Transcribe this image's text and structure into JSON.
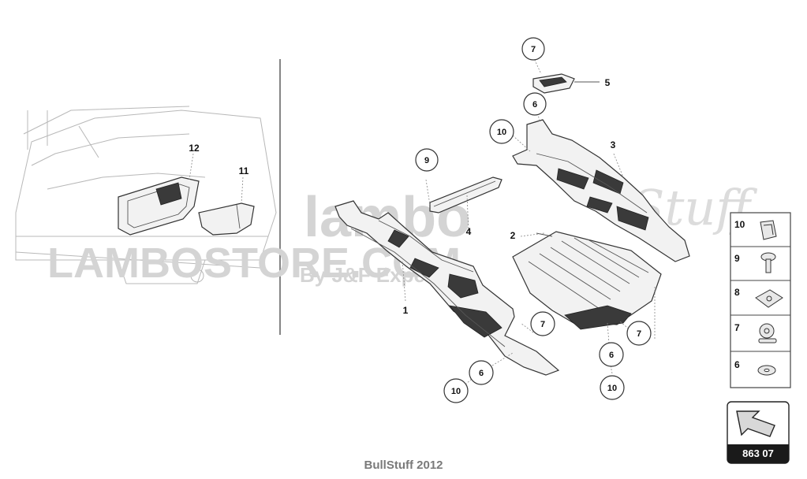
{
  "watermark": {
    "main": "lambo",
    "sub": "LAMBOSTORE.COM",
    "byline": "By J&F Expe",
    "script": "Stuff"
  },
  "callouts": {
    "c7_top": "7",
    "c6_top": "6",
    "c10_top": "10",
    "c9": "9",
    "c7_bl": "7",
    "c6_bl": "6",
    "c10_bl": "10",
    "c6_br": "6",
    "c10_br": "10",
    "c7_br": "7"
  },
  "labels": {
    "l1": "1",
    "l2": "2",
    "l3": "3",
    "l4": "4",
    "l5": "5",
    "l11": "11",
    "l12": "12"
  },
  "legend": {
    "items": [
      {
        "number": "10",
        "icon": "clip-icon"
      },
      {
        "number": "9",
        "icon": "screw-icon"
      },
      {
        "number": "8",
        "icon": "nut-icon"
      },
      {
        "number": "7",
        "icon": "clamp-screw-icon"
      },
      {
        "number": "6",
        "icon": "washer-icon"
      }
    ]
  },
  "page_ref": {
    "code": "863 07",
    "icon": "arrow-icon"
  },
  "footer": {
    "text": "BullStuff 2012"
  }
}
